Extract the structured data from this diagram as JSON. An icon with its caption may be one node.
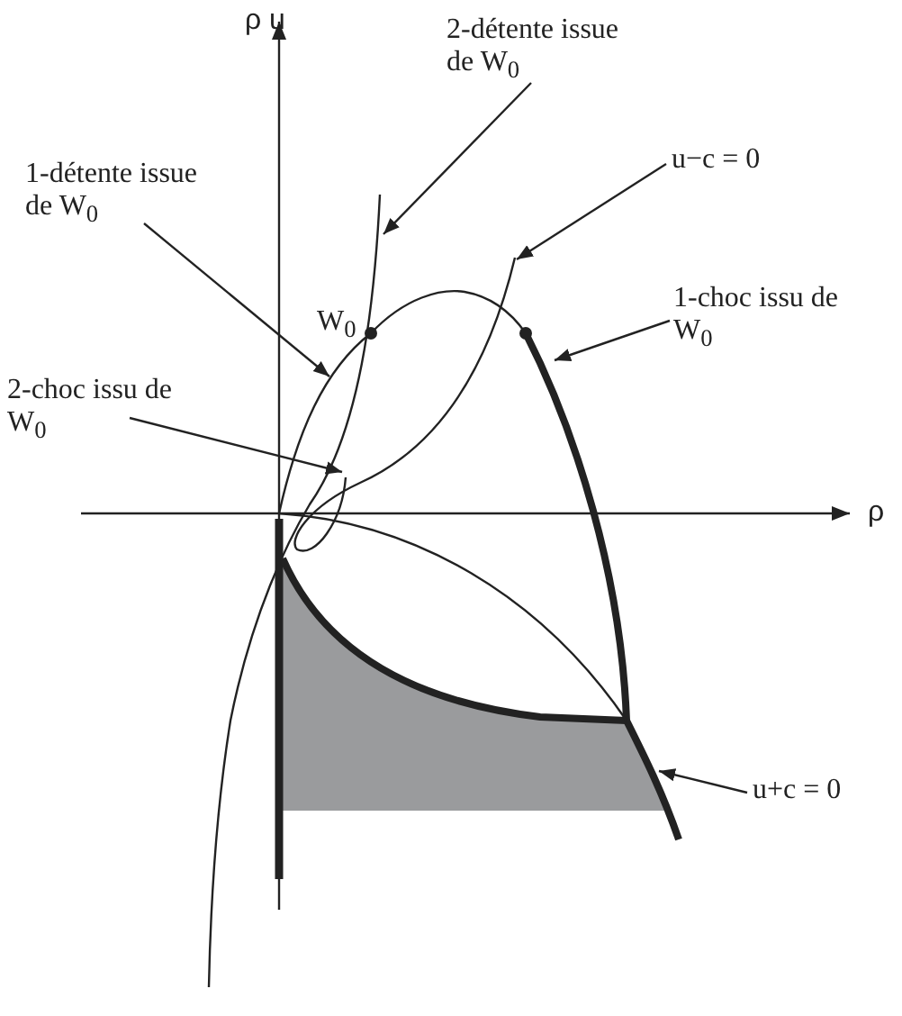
{
  "diagram": {
    "nodes": [
      {
        "text": [
          "2-détente issue de W$_{0}$"
        ]
      },
      {
        "text": [
          "1-détente issue de W$_{0}$"
        ]
      },
      {
        "text": [
          "u−c = 0"
        ]
      },
      {
        "text": [
          "1-choc issu de W$_{0}$"
        ]
      },
      {
        "text": [
          "2-choc issu de W$_{0}$"
        ]
      },
      {
        "text": [
          "u+c = 0"
        ]
      }
    ],
    "edges": [
      {
        "from": 0,
        "to": null,
        "arrow": "to"
      },
      {
        "from": 1,
        "to": null,
        "arrow": "to"
      },
      {
        "from": 2,
        "to": null,
        "arrow": "to"
      },
      {
        "from": 3,
        "to": null,
        "arrow": "to"
      },
      {
        "from": 4,
        "to": null,
        "arrow": "to"
      },
      {
        "from": 5,
        "to": null,
        "arrow": "to"
      }
    ],
    "labels": [
      "ρ u",
      "ρ",
      "W$_{0}$"
    ]
  }
}
